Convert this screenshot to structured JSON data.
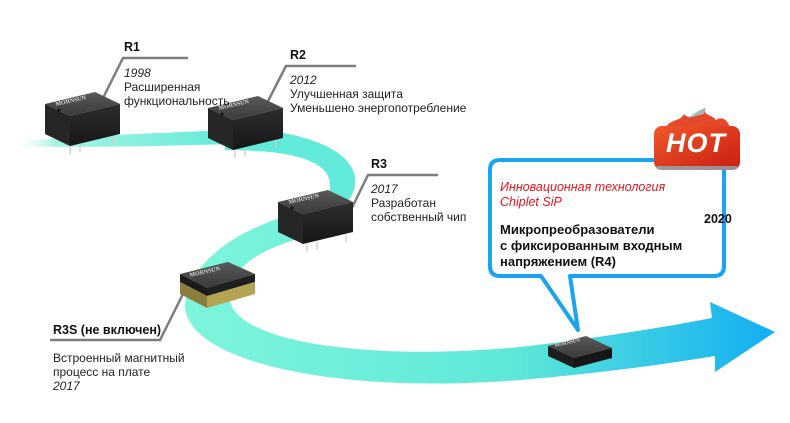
{
  "diagram": {
    "brand": "MORNSUN",
    "colors": {
      "ribbon_start": "#7ef5dc",
      "ribbon_mid": "#5fe8d8",
      "ribbon_end": "#1ab2f0",
      "bubble_border": "#1aa3ee",
      "hot_red": "#e2361c",
      "highlight_red": "#e8141b",
      "leader_gray": "#7d7d7d"
    },
    "milestones": [
      {
        "id": "R1",
        "title": "R1",
        "year": "1998",
        "lines": [
          "Расширенная",
          "функциональность"
        ]
      },
      {
        "id": "R2",
        "title": "R2",
        "year": "2012",
        "lines": [
          "Улучшенная защита",
          "Уменьшено энергопотребление"
        ]
      },
      {
        "id": "R3",
        "title": "R3",
        "year": "2017",
        "lines": [
          "Разработан",
          "собственный чип"
        ]
      },
      {
        "id": "R3S",
        "title": "R3S (не включен)",
        "year": "2017",
        "lines": [
          "Встроенный магнитный",
          "процесс на плате"
        ]
      }
    ],
    "highlight": {
      "badge": "HOT",
      "tech_lines": [
        "Инновационная технология",
        "Chiplet SiP"
      ],
      "product_lines": [
        "Микропреобразователи",
        "с фиксированным входным",
        "напряжением (R4)"
      ],
      "year": "2020"
    }
  }
}
